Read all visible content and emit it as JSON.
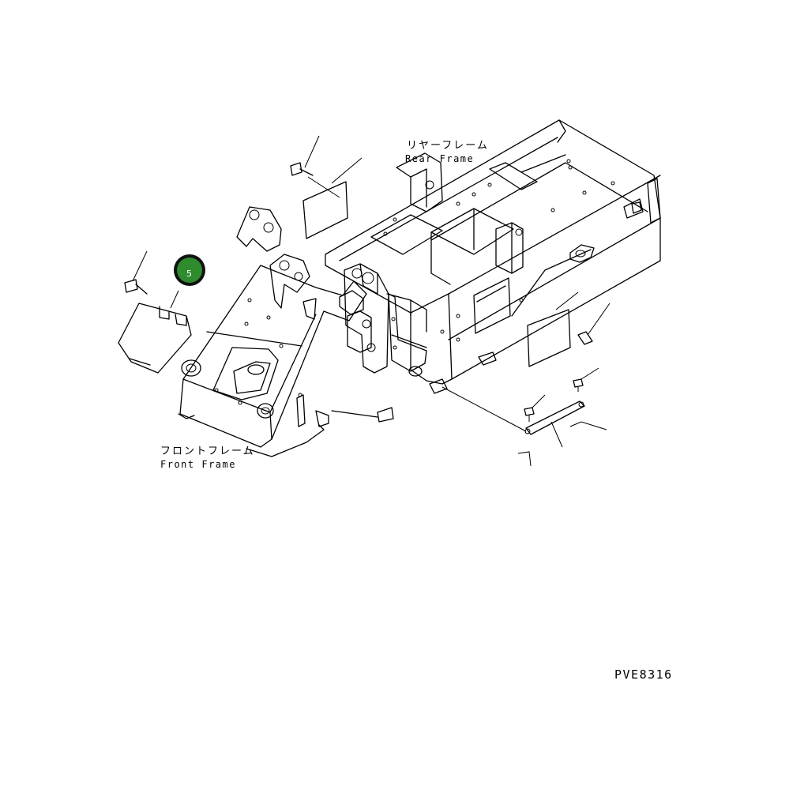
{
  "labels": {
    "rear_frame_jp": "リヤーフレーム",
    "rear_frame_en": "Rear Frame",
    "front_frame_jp": "フロントフレーム",
    "front_frame_en": "Front Frame",
    "drawing_code": "PVE8316"
  },
  "callouts": [
    {
      "number": "5",
      "color": "#2e8b2e",
      "ring_color": "#111111"
    }
  ]
}
